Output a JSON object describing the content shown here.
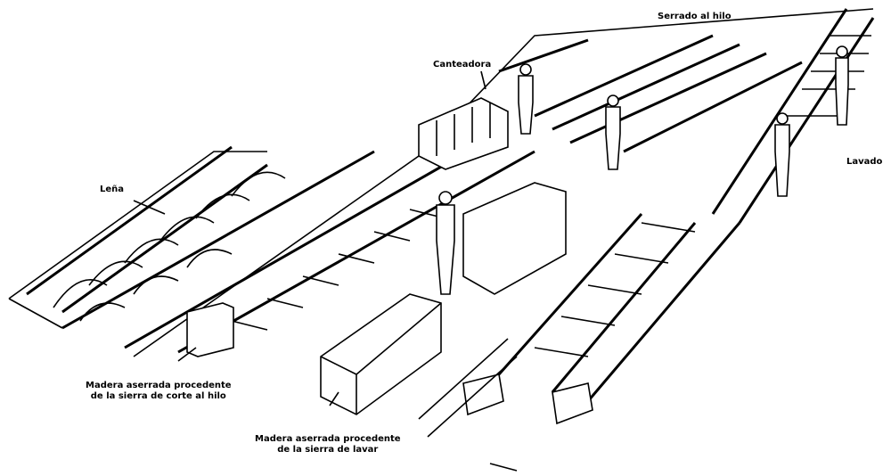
{
  "labels": {
    "serrado": "Serrado al hilo",
    "canteadora": "Canteadora",
    "lena": "Leña",
    "lavado": "Lavado",
    "madera_hilo_1": "Madera aserrada procedente",
    "madera_hilo_2": "de la sierra de corte al hilo",
    "madera_lavar_1": "Madera aserrada procedente",
    "madera_lavar_2": "de la sierra de lavar"
  }
}
